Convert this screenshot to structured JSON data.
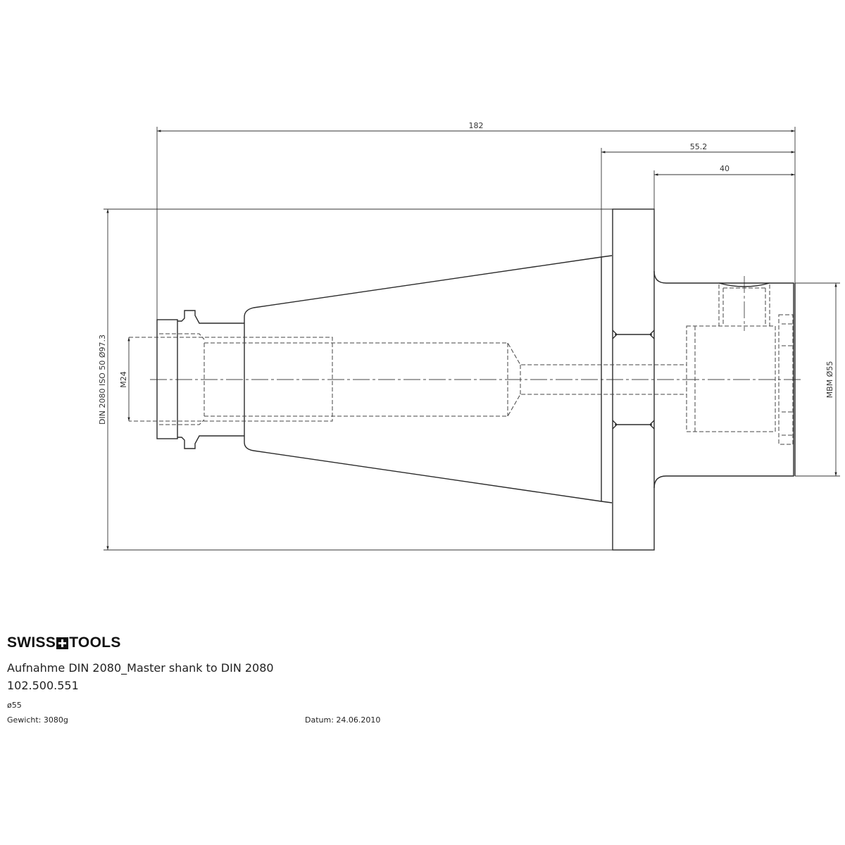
{
  "drawing": {
    "dimensions": {
      "overall_length": "182",
      "flange_to_end": "55.2",
      "shank_length": "40",
      "taper_spec": "DIN 2080 ISO 50  Ø97.3",
      "thread": "M24",
      "bore": "MBM  Ø55"
    }
  },
  "title_block": {
    "brand": [
      "SWISS",
      "TOOLS"
    ],
    "title": "Aufnahme DIN 2080_Master shank to DIN 2080",
    "article_number": "102.500.551",
    "diameter": "ø55",
    "weight": "Gewicht: 3080g",
    "date": "Datum: 24.06.2010"
  }
}
